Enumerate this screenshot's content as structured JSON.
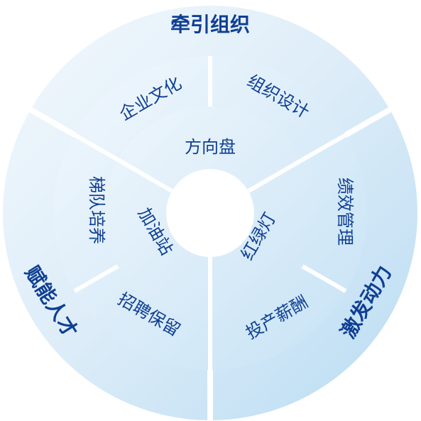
{
  "diagram": {
    "outer_ring": {
      "top": "牵引组织",
      "left": "赋能人才",
      "right": "激发动力"
    },
    "middle_ring": {
      "culture": "企业文化",
      "org_design": "组织设计",
      "performance": "绩效管理",
      "investment": "投产薪酬",
      "recruitment": "招聘保留",
      "ladder": "梯队培养"
    },
    "inner_ring": {
      "compass": "方向盘",
      "traffic_light": "红绿灯",
      "gas_station": "加油站"
    },
    "colors": {
      "text": "#0f3f93",
      "ring_light": "#e8f3fb",
      "ring_mid": "#cfe6f6",
      "ring_dark": "#b3d8f1",
      "divider": "#ffffff"
    }
  }
}
